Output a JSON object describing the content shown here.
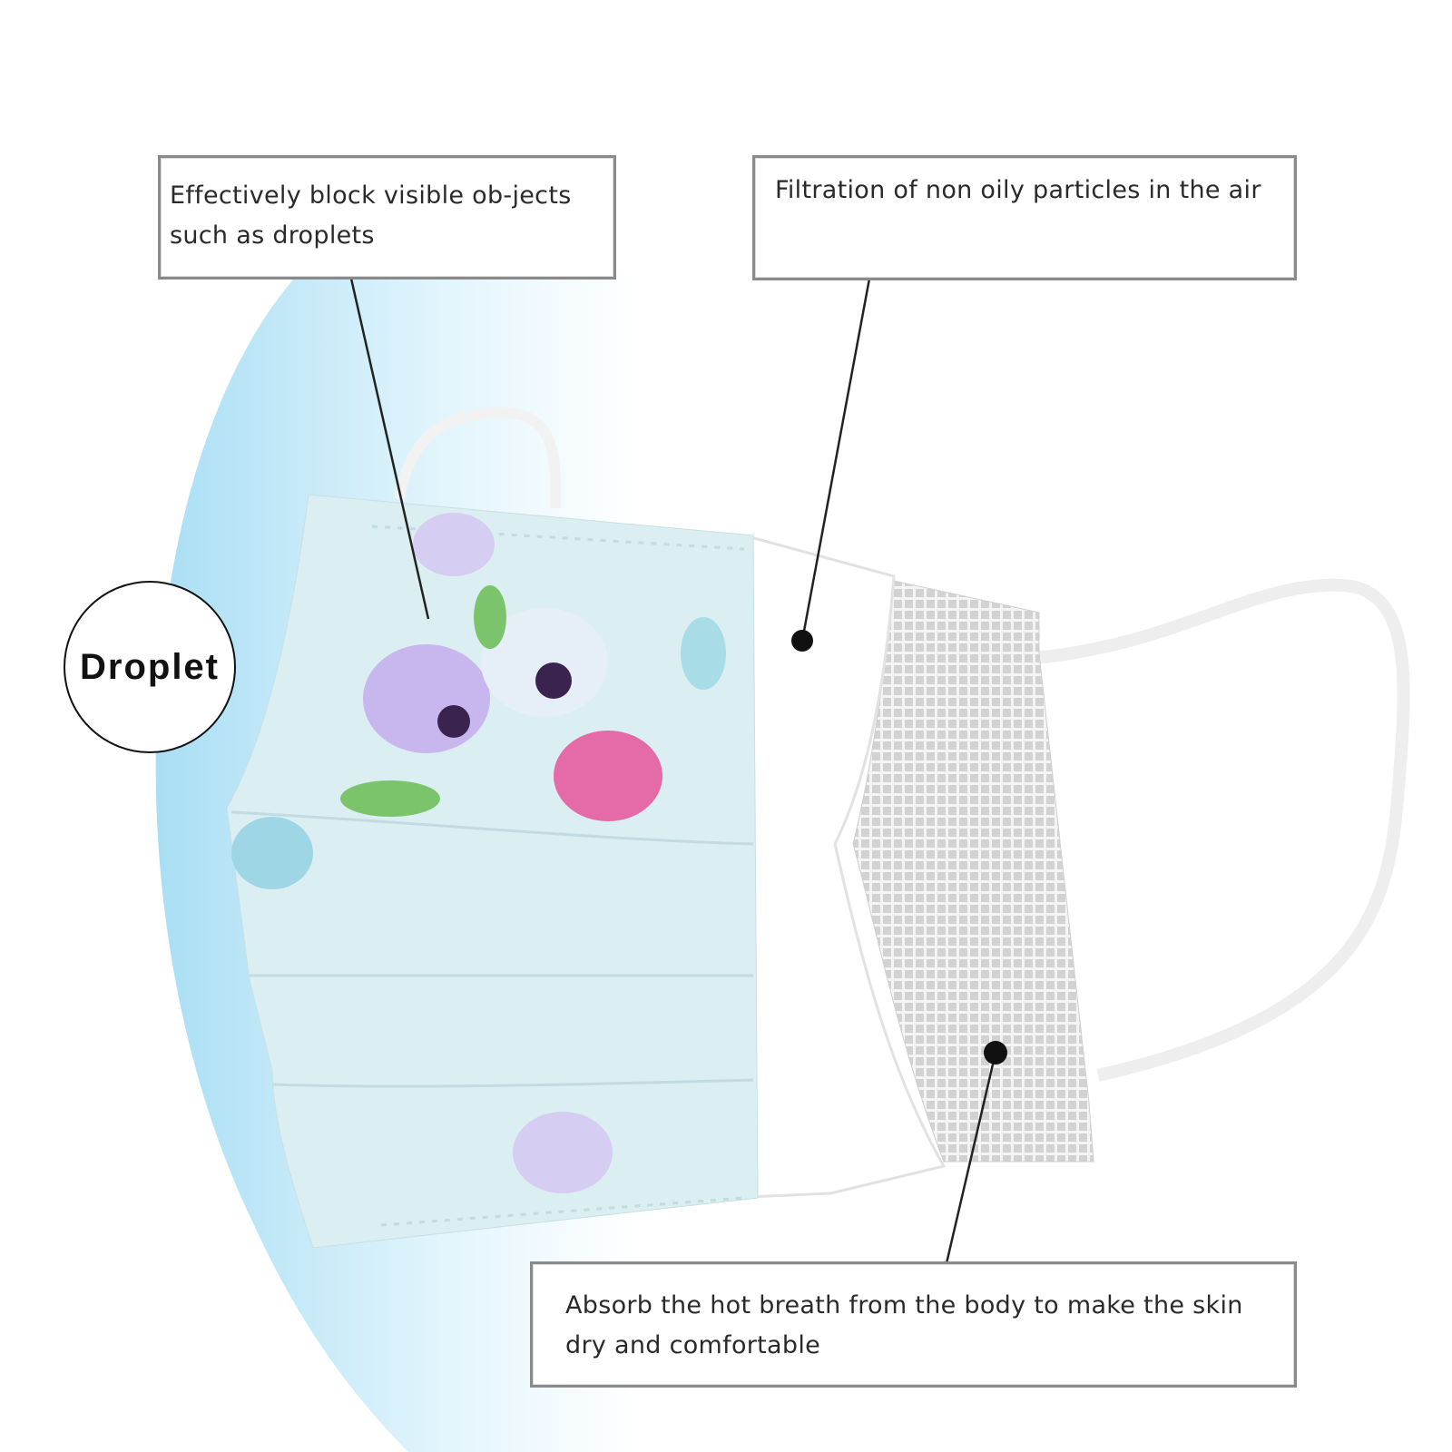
{
  "callouts": {
    "outer_layer": "Effectively block visible ob-jects such as droplets",
    "middle_layer": "Filtration of non oily particles in the air",
    "inner_layer": "Absorb the hot breath from the body to make the skin dry and comfortable"
  },
  "droplet_label": "Droplet",
  "colors": {
    "shield_blue": "#bfe8f7",
    "mask_outer": "#d8ecef",
    "mask_middle": "#ffffff",
    "mask_inner": "#d9d9d9",
    "leader": "#222222"
  }
}
